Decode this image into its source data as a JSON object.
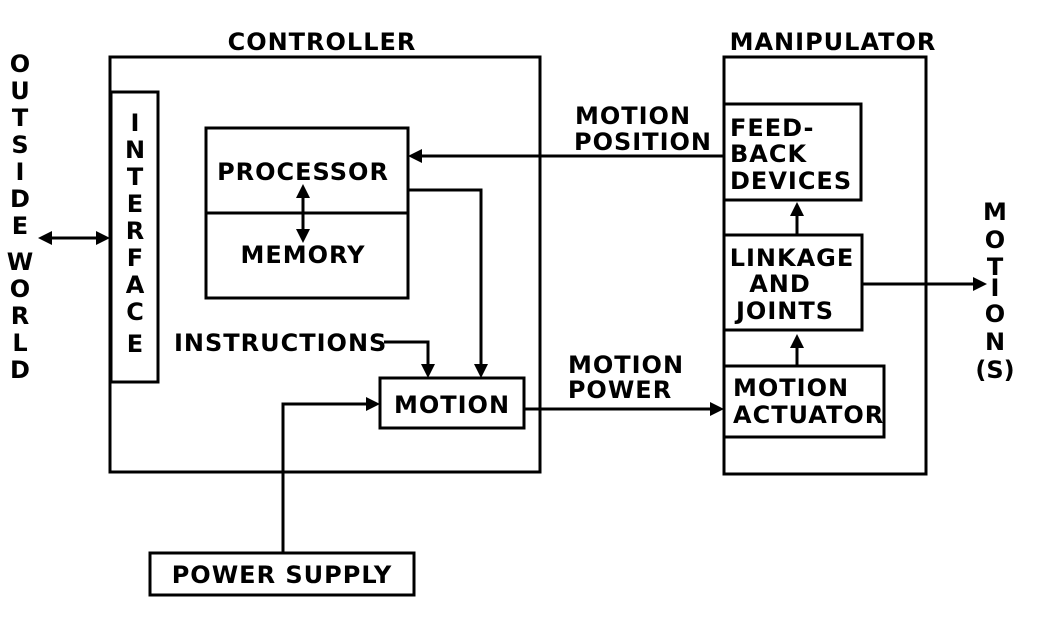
{
  "diagram": {
    "controller": "CONTROLLER",
    "manipulator": "MANIPULATOR",
    "outside_world": [
      "O",
      "U",
      "T",
      "S",
      "I",
      "D",
      "E",
      "",
      "W",
      "O",
      "R",
      "L",
      "D"
    ],
    "interface": [
      "I",
      "N",
      "T",
      "E",
      "R",
      "F",
      "A",
      "C",
      "E"
    ],
    "processor": "PROCESSOR",
    "memory": "MEMORY",
    "instructions": "INSTRUCTIONS",
    "motion_box": "MOTION",
    "power_supply": "POWER SUPPLY",
    "motion_position": [
      "MOTION",
      "POSITION"
    ],
    "motion_power": [
      "MOTION",
      "POWER"
    ],
    "feedback_devices": [
      "FEED-",
      "BACK",
      "DEVICES"
    ],
    "linkage_joints": [
      "LINKAGE",
      "AND",
      "JOINTS"
    ],
    "motion_actuator": [
      "MOTION",
      "ACTUATOR"
    ],
    "motions": [
      "M",
      "O",
      "T",
      "I",
      "O",
      "N",
      "S"
    ],
    "motions_suffix": "(S)"
  }
}
